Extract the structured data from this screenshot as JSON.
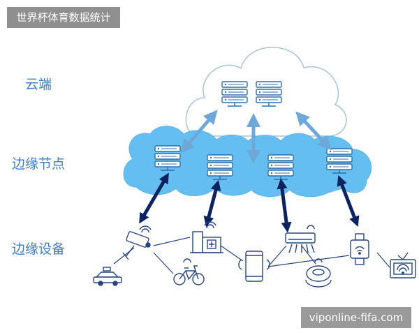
{
  "header": {
    "title": "世界杯体育数据统计"
  },
  "layers": {
    "cloud": "云端",
    "edge_nodes": "边缘节点",
    "edge_devices": "边缘设备"
  },
  "watermark": "viponline-fifa.com",
  "icons": {
    "cloud_servers": [
      "server-rack-icon",
      "server-rack-icon"
    ],
    "edge_servers": [
      "server-rack-icon",
      "server-rack-icon",
      "server-rack-icon",
      "server-rack-icon"
    ],
    "devices": [
      "taxi-icon",
      "security-camera-icon",
      "hospital-icon",
      "bicycle-icon",
      "smartphone-icon",
      "air-conditioner-icon",
      "robot-vacuum-icon",
      "smartwatch-icon",
      "smart-tv-icon"
    ]
  },
  "colors": {
    "cloud_outline": "#a9c2d8",
    "edge_cloud_fill": "#64bff0",
    "server_stroke": "#2f6fa8",
    "cloud_arrow": "#6ea8d8",
    "device_arrow": "#0c2261",
    "device_icon": "#27457e",
    "label": "#3d7fc7"
  }
}
